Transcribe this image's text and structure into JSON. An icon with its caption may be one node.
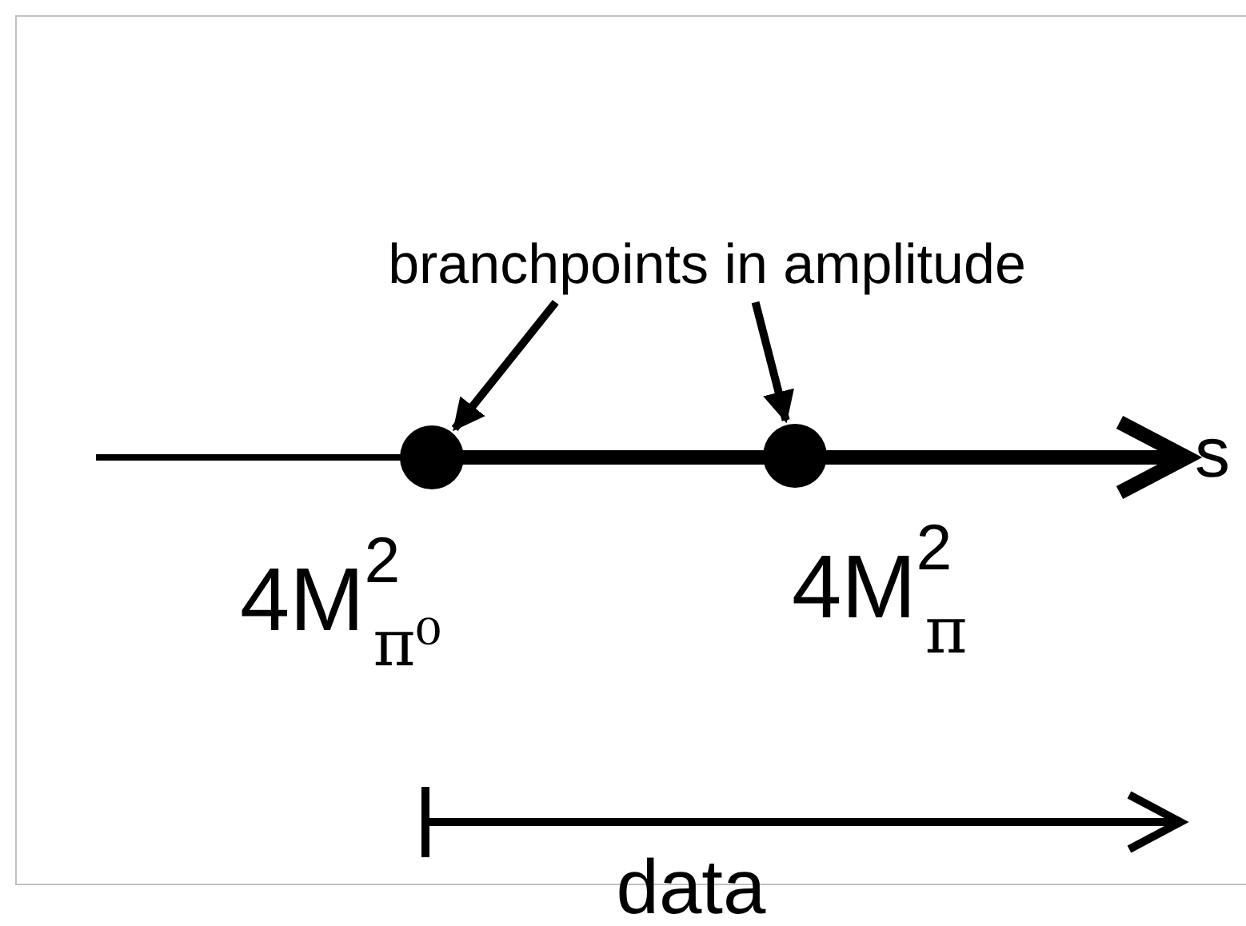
{
  "diagram": {
    "nodes": [
      {
        "text": [
          "branchpoints in amplitude"
        ]
      },
      {
        "text": [],
        "shape": "circle",
        "beside": [
          "4M$^{2}$$_{π⁰}$"
        ]
      },
      {
        "text": [],
        "shape": "circle",
        "beside": [
          "4M$^{2}$$_{π}$"
        ]
      }
    ],
    "edges": [
      {
        "from": 0,
        "to": 1,
        "arrow": "to"
      },
      {
        "from": 0,
        "to": 2,
        "arrow": "to"
      }
    ],
    "labels": [
      "s",
      "data"
    ]
  }
}
